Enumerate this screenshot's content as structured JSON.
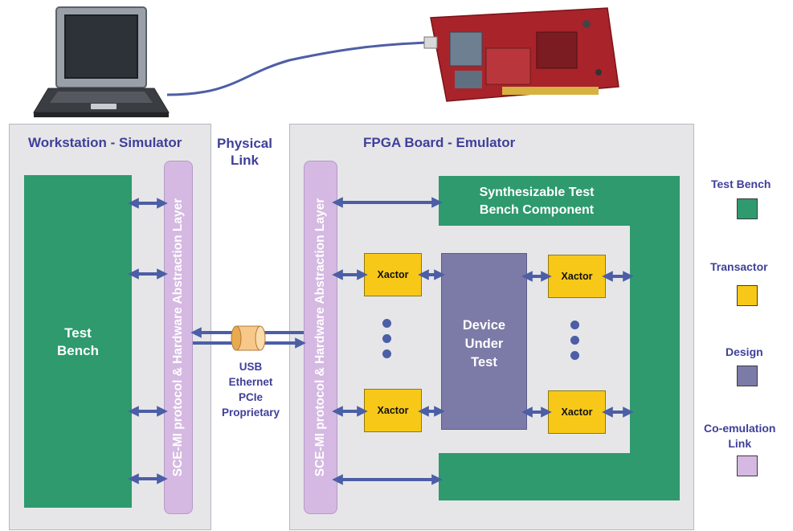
{
  "workstation": {
    "title": "Workstation - Simulator",
    "test_bench_line1": "Test",
    "test_bench_line2": "Bench"
  },
  "abstraction_layer_label": "SCE-MI protocol & Hardware Abstraction Layer",
  "physical_link": {
    "title_line1": "Physical",
    "title_line2": "Link",
    "protocols": [
      "USB",
      "Ethernet",
      "PCIe",
      "Proprietary"
    ]
  },
  "fpga": {
    "title": "FPGA Board - Emulator",
    "synth_line1": "Synthesizable Test",
    "synth_line2": "Bench Component",
    "dut_lines": [
      "Device",
      "Under",
      "Test"
    ],
    "xactor_label": "Xactor"
  },
  "legend": {
    "test_bench": "Test Bench",
    "transactor": "Transactor",
    "design": "Design",
    "link_line1": "Co-emulation",
    "link_line2": "Link"
  },
  "colors": {
    "test_bench": "#2e9a6e",
    "transactor": "#f7c818",
    "design": "#7c7aa6",
    "link": "#d5b9e2",
    "title_text": "#3f3f9a",
    "arrow": "#4b5ea6"
  }
}
